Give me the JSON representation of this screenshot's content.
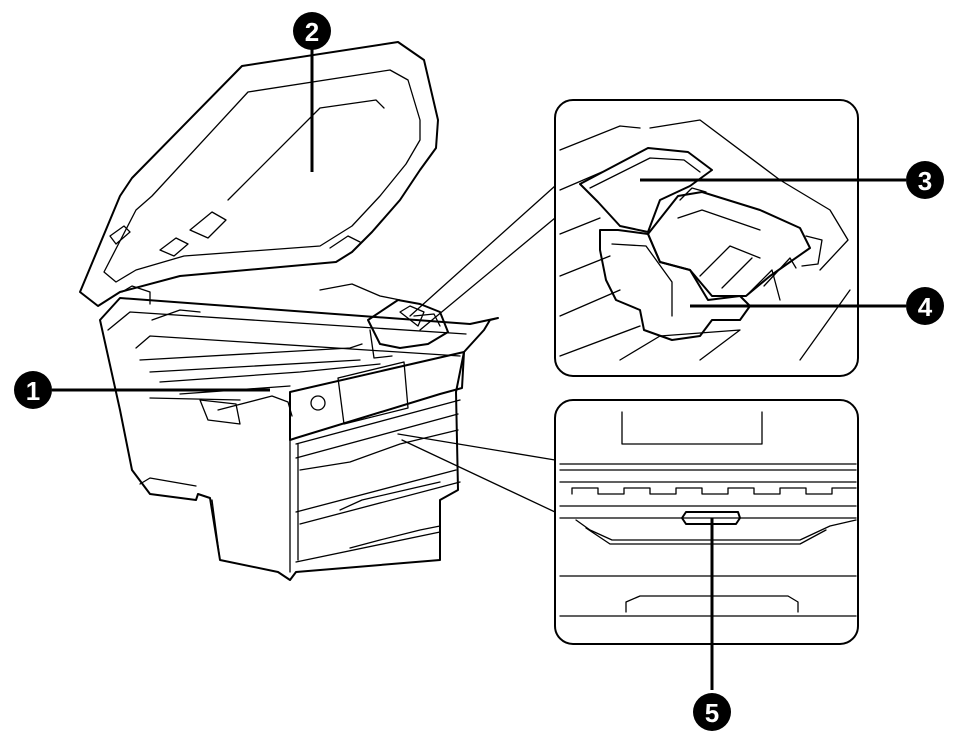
{
  "diagram": {
    "subject": "printer-interior-parts",
    "callouts": [
      {
        "id": "c1",
        "number": "1"
      },
      {
        "id": "c2",
        "number": "2"
      },
      {
        "id": "c3",
        "number": "3"
      },
      {
        "id": "c4",
        "number": "4"
      },
      {
        "id": "c5",
        "number": "5"
      }
    ],
    "colors": {
      "line": "#000000",
      "background": "#ffffff"
    }
  }
}
